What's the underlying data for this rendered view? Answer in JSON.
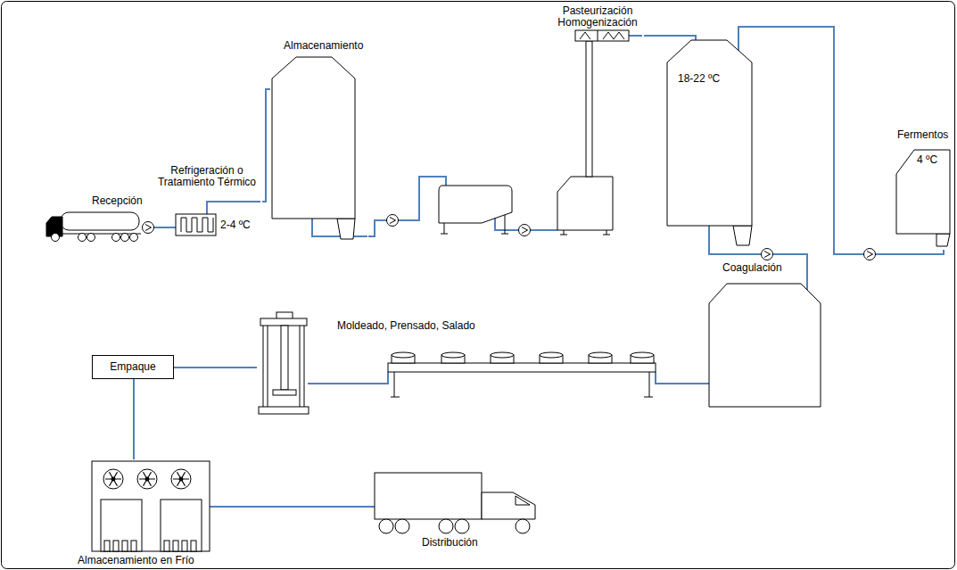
{
  "diagram": {
    "nodes": [
      {
        "text": [
          "Recepción"
        ]
      },
      {
        "text": [
          "Refrigeración o Tratamiento Térmico",
          "2-4 ºC"
        ]
      },
      {
        "text": [
          "Almacenamiento"
        ]
      },
      {
        "text": [
          "Pasteurización Homogenización"
        ]
      },
      {
        "text": [
          "18-22 ºC"
        ]
      },
      {
        "text": [
          "Fermentos",
          "4 ºC"
        ]
      },
      {
        "text": [
          "Coagulación"
        ]
      },
      {
        "text": [
          "Moldeado, Prensado, Salado"
        ]
      },
      {
        "text": [
          "Empaque"
        ]
      },
      {
        "text": [
          "Almacenamiento en Frío"
        ]
      },
      {
        "text": [
          "Distribución"
        ]
      }
    ],
    "edges": [
      {
        "from": 0,
        "to": 1,
        "arrow": "none"
      },
      {
        "from": 1,
        "to": 2,
        "arrow": "none"
      },
      {
        "from": 2,
        "to": 3,
        "arrow": "none"
      },
      {
        "from": 3,
        "to": 4,
        "arrow": "none"
      },
      {
        "from": 4,
        "to": 5,
        "arrow": "none"
      },
      {
        "from": 4,
        "to": 6,
        "arrow": "none"
      },
      {
        "from": 6,
        "to": 7,
        "arrow": "none"
      },
      {
        "from": 7,
        "to": 8,
        "arrow": "none"
      },
      {
        "from": 8,
        "to": 9,
        "arrow": "none"
      },
      {
        "from": 9,
        "to": 10,
        "arrow": "none"
      }
    ]
  }
}
